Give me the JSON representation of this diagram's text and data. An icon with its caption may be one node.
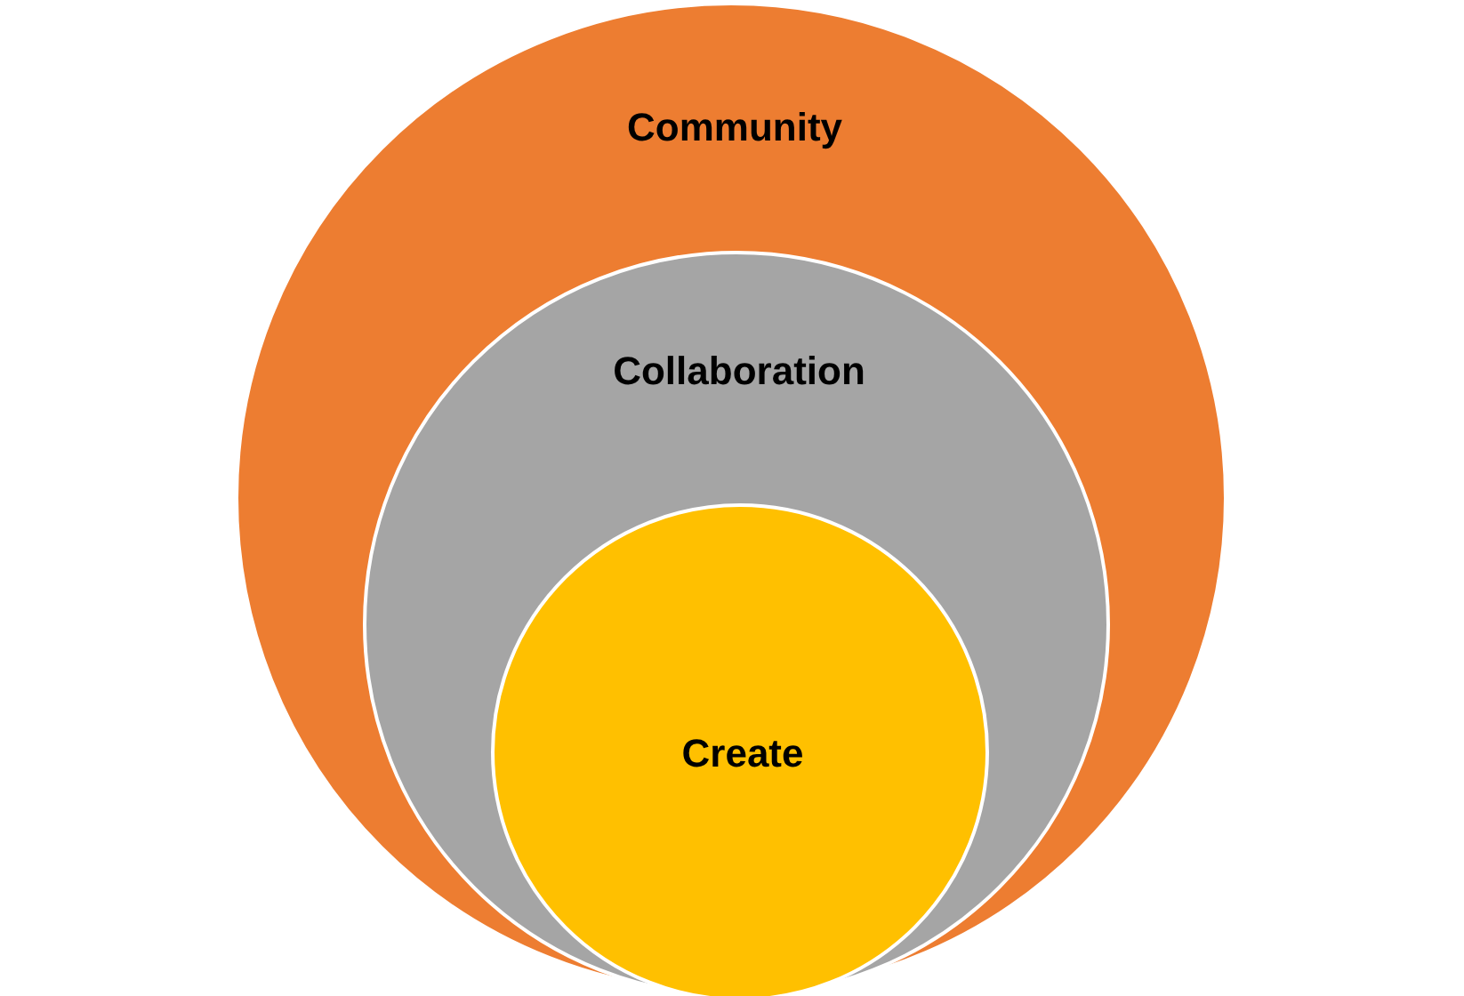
{
  "diagram": {
    "nodes": [
      {
        "text": [
          "Community"
        ]
      },
      {
        "text": [
          "Collaboration"
        ],
        "in": 0
      },
      {
        "text": [
          "Create"
        ],
        "in": 1
      }
    ]
  }
}
